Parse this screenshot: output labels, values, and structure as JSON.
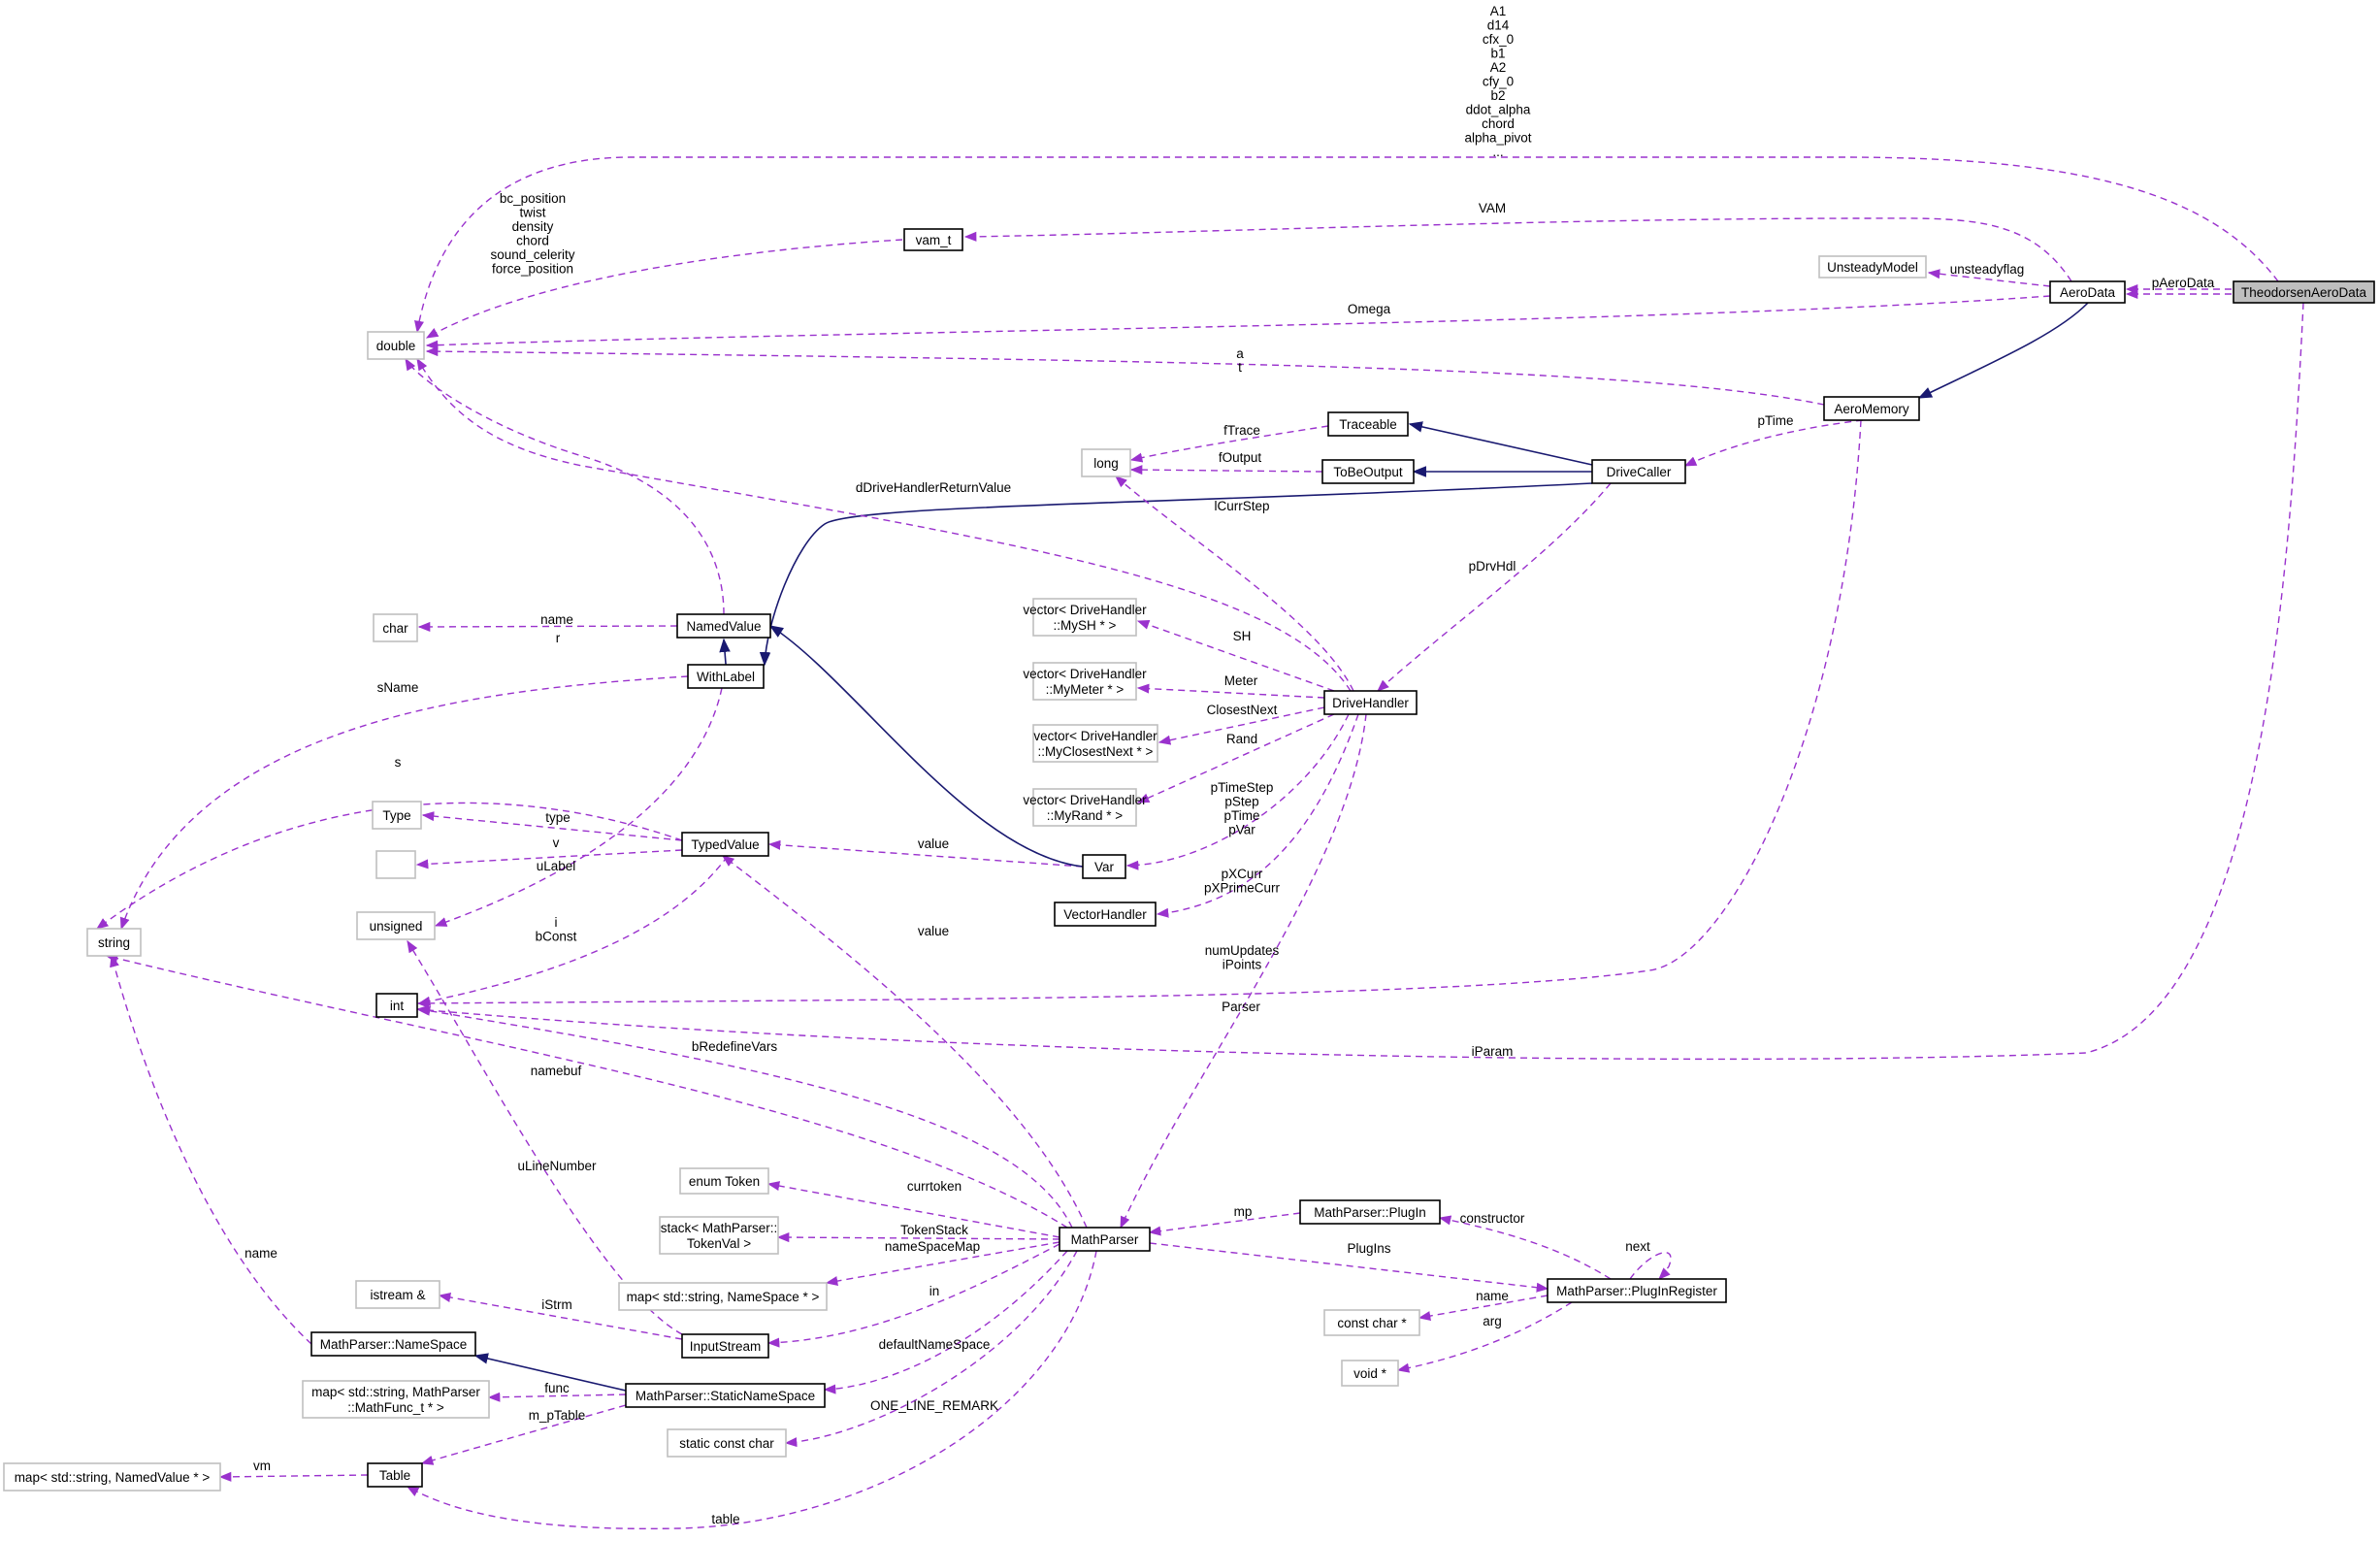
{
  "nodes": {
    "theodorsen": {
      "lines": [
        "TheodorsenAeroData"
      ]
    },
    "aerodata": {
      "lines": [
        "AeroData"
      ]
    },
    "unsteadymodel": {
      "lines": [
        "UnsteadyModel"
      ]
    },
    "vam_t": {
      "lines": [
        "vam_t"
      ]
    },
    "double": {
      "lines": [
        "double"
      ]
    },
    "aeromemory": {
      "lines": [
        "AeroMemory"
      ]
    },
    "traceable": {
      "lines": [
        "Traceable"
      ]
    },
    "long": {
      "lines": [
        "long"
      ]
    },
    "tobeoutput": {
      "lines": [
        "ToBeOutput"
      ]
    },
    "drivecaller": {
      "lines": [
        "DriveCaller"
      ]
    },
    "char": {
      "lines": [
        "char"
      ]
    },
    "namedvalue": {
      "lines": [
        "NamedValue"
      ]
    },
    "withlabel": {
      "lines": [
        "WithLabel"
      ]
    },
    "vec_mysh": {
      "lines": [
        "vector< DriveHandler",
        "::MySH * >"
      ]
    },
    "vec_mymeter": {
      "lines": [
        "vector< DriveHandler",
        "::MyMeter * >"
      ]
    },
    "vec_myclosestnext": {
      "lines": [
        "vector< DriveHandler",
        "::MyClosestNext * >"
      ]
    },
    "vec_myrand": {
      "lines": [
        "vector< DriveHandler",
        "::MyRand * >"
      ]
    },
    "drivehandler": {
      "lines": [
        "DriveHandler"
      ]
    },
    "type": {
      "lines": [
        "Type"
      ]
    },
    "typedvalue": {
      "lines": [
        "TypedValue"
      ]
    },
    "blank": {
      "lines": [
        ""
      ]
    },
    "var": {
      "lines": [
        "Var"
      ]
    },
    "unsigned": {
      "lines": [
        "unsigned"
      ]
    },
    "vectorhandler": {
      "lines": [
        "VectorHandler"
      ]
    },
    "string": {
      "lines": [
        "string"
      ]
    },
    "int": {
      "lines": [
        "int"
      ]
    },
    "enumtoken": {
      "lines": [
        "enum Token"
      ]
    },
    "stack": {
      "lines": [
        "stack< MathParser::",
        "TokenVal >"
      ]
    },
    "mapnamespace": {
      "lines": [
        "map< std::string, NameSpace * >"
      ]
    },
    "istream": {
      "lines": [
        "istream &"
      ]
    },
    "mathparser": {
      "lines": [
        "MathParser"
      ]
    },
    "plugin": {
      "lines": [
        "MathParser::PlugIn"
      ]
    },
    "pluginregister": {
      "lines": [
        "MathParser::PlugInRegister"
      ]
    },
    "constchar": {
      "lines": [
        "const char *"
      ]
    },
    "voidptr": {
      "lines": [
        "void *"
      ]
    },
    "inputstream": {
      "lines": [
        "InputStream"
      ]
    },
    "ns": {
      "lines": [
        "MathParser::NameSpace"
      ]
    },
    "staticns": {
      "lines": [
        "MathParser::StaticNameSpace"
      ]
    },
    "mapmathfunc": {
      "lines": [
        "map< std::string, MathParser",
        "::MathFunc_t * >"
      ]
    },
    "staticconstchar": {
      "lines": [
        "static const char"
      ]
    },
    "mapnamedvalue": {
      "lines": [
        "map< std::string, NamedValue * >"
      ]
    },
    "table": {
      "lines": [
        "Table"
      ]
    }
  },
  "edge_labels": {
    "theo_double": [
      "A1",
      "d14",
      "cfx_0",
      "b1",
      "A2",
      "cfy_0",
      "b2",
      "ddot_alpha",
      "chord",
      "alpha_pivot",
      "..."
    ],
    "vam_double": [
      "bc_position",
      "twist",
      "density",
      "chord",
      "sound_celerity",
      "force_position"
    ],
    "vam": [
      "VAM"
    ],
    "unsteadyflag": [
      "unsteadyflag"
    ],
    "paerodata": [
      "pAeroData"
    ],
    "omega": [
      "Omega"
    ],
    "a_t": [
      "a",
      "t"
    ],
    "ptime": [
      "pTime"
    ],
    "ftrace": [
      "fTrace"
    ],
    "foutput": [
      "fOutput"
    ],
    "ddrive": [
      "dDriveHandlerReturnValue"
    ],
    "lcurrstep": [
      "lCurrStep"
    ],
    "pdrvhdl": [
      "pDrvHdl"
    ],
    "name_char": [
      "name"
    ],
    "r": [
      "r"
    ],
    "sname": [
      "sName"
    ],
    "sh": [
      "SH"
    ],
    "meter": [
      "Meter"
    ],
    "closestnext": [
      "ClosestNext"
    ],
    "rand": [
      "Rand"
    ],
    "s": [
      "s"
    ],
    "type": [
      "type"
    ],
    "v": [
      "v"
    ],
    "value_var": [
      "value"
    ],
    "ptimestep": [
      "pTimeStep",
      "pStep",
      "pTime",
      "pVar"
    ],
    "ulabel": [
      "uLabel"
    ],
    "i_bconst": [
      "i",
      "bConst"
    ],
    "pxcurr": [
      "pXCurr",
      "pXPrimeCurr"
    ],
    "value_mp": [
      "value"
    ],
    "numupdates": [
      "numUpdates",
      "iPoints"
    ],
    "parser": [
      "Parser"
    ],
    "iparam": [
      "iParam"
    ],
    "bredefine": [
      "bRedefineVars"
    ],
    "namebuf": [
      "namebuf"
    ],
    "ulinenumber": [
      "uLineNumber"
    ],
    "name_ns": [
      "name"
    ],
    "currtoken": [
      "currtoken"
    ],
    "tokenstack": [
      "TokenStack"
    ],
    "namespacemap": [
      "nameSpaceMap"
    ],
    "in": [
      "in"
    ],
    "istrm": [
      "iStrm"
    ],
    "defaultns": [
      "defaultNameSpace"
    ],
    "func": [
      "func"
    ],
    "onelineremark": [
      "ONE_LINE_REMARK"
    ],
    "mptable": [
      "m_pTable"
    ],
    "vm": [
      "vm"
    ],
    "table": [
      "table"
    ],
    "mp": [
      "mp"
    ],
    "plugins": [
      "PlugIns"
    ],
    "constructor": [
      "constructor"
    ],
    "next": [
      "next"
    ],
    "name_pr": [
      "name"
    ],
    "arg": [
      "arg"
    ]
  },
  "colors": {
    "usage_edge": "#9a32cd",
    "inheritance_edge": "#191970",
    "focus_fill": "#bfbfbf",
    "undocumented_border": "#bfbfbf"
  }
}
